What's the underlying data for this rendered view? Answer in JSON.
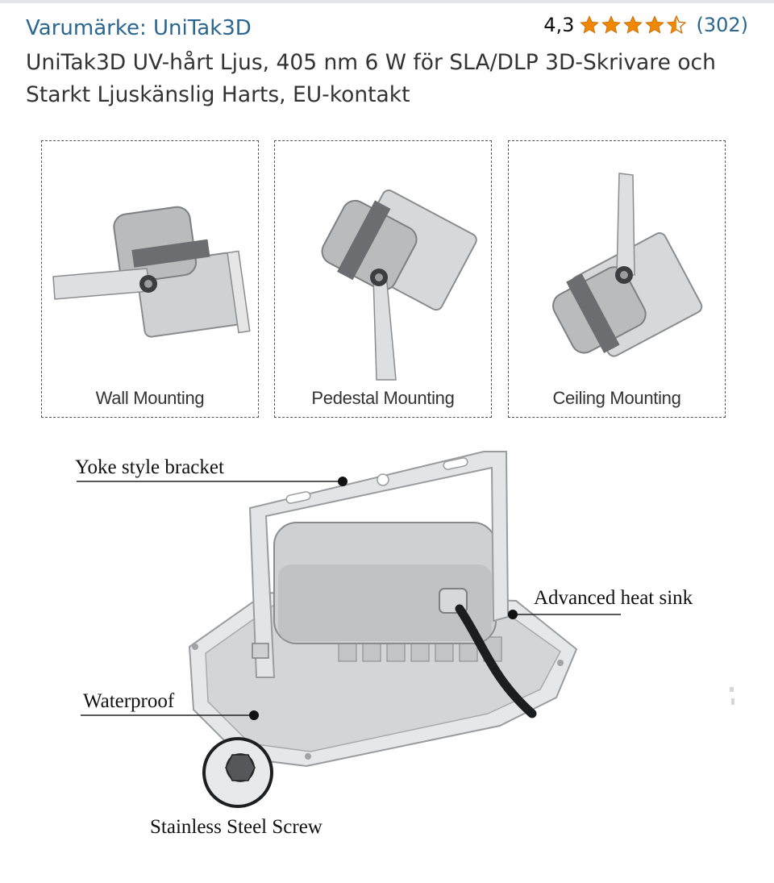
{
  "header": {
    "brand_link": "Varumärke: UniTak3D",
    "rating_value": "4,3",
    "rating_stars": 4.3,
    "rating_count": "(302)",
    "star_color": "#f08804"
  },
  "product": {
    "title": "UniTak3D UV-hårt Ljus, 405 nm 6 W för SLA/DLP 3D-Skrivare och Starkt Ljuskänslig Harts, EU-kontakt"
  },
  "mounting_panels": [
    {
      "caption": "Wall Mounting"
    },
    {
      "caption": "Pedestal Mounting"
    },
    {
      "caption": "Ceiling Mounting"
    }
  ],
  "diagram": {
    "callouts": {
      "bracket": "Yoke style bracket",
      "heat_sink": "Advanced heat sink",
      "waterproof": "Waterproof",
      "screw": "Stainless Steel Screw"
    }
  }
}
